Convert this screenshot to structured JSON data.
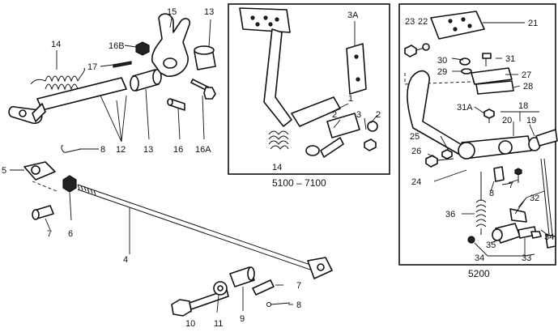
{
  "inset_left": {
    "caption": "5100 – 7100"
  },
  "inset_right": {
    "caption": "5200"
  },
  "callouts": {
    "c1": "1",
    "c2": "2",
    "c3": "3",
    "c3a": "3A",
    "c4": "4",
    "c5": "5",
    "c6": "6",
    "c7a": "7",
    "c7b": "7",
    "c7c": "7",
    "c8a": "8",
    "c8b": "8",
    "c8c": "8",
    "c9": "9",
    "c10": "10",
    "c11": "11",
    "c12": "12",
    "c13a": "13",
    "c13b": "13",
    "c14a": "14",
    "c14b": "14",
    "c15": "15",
    "c16": "16",
    "c16a": "16A",
    "c16b": "16B",
    "c17": "17",
    "c18": "18",
    "c19": "19",
    "c20": "20",
    "c21": "21",
    "c22": "22",
    "c23": "23",
    "c24": "24",
    "c25": "25",
    "c26": "26",
    "c27": "27",
    "c28": "28",
    "c29": "29",
    "c30": "30",
    "c31": "31",
    "c31a": "31A",
    "c32": "32",
    "c33": "33",
    "c34a": "34",
    "c34b": "34",
    "c35": "35",
    "c36": "36"
  }
}
